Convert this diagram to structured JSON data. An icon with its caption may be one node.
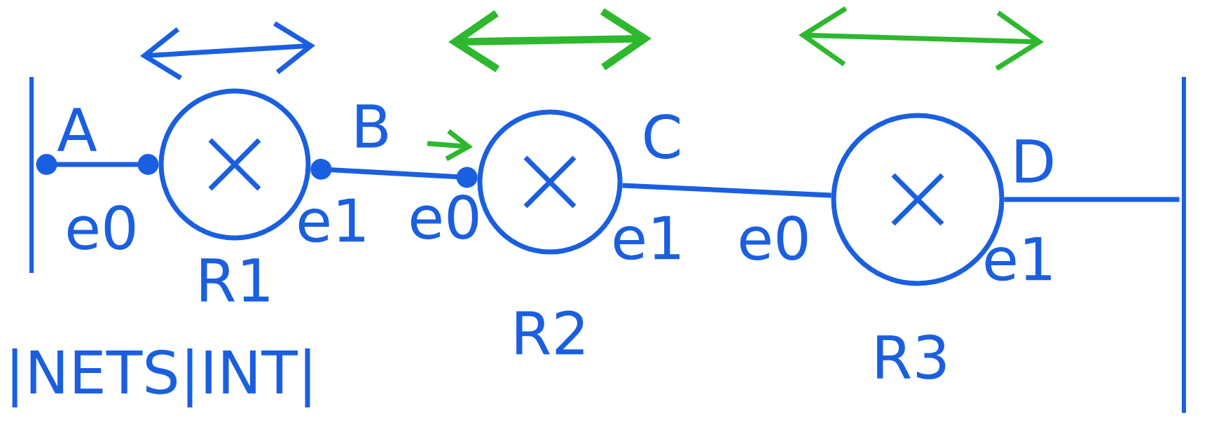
{
  "diagram": {
    "nodes": [
      {
        "text": [],
        "shape": "bar"
      },
      {
        "text": [],
        "shape": "circle",
        "beside": [
          "R1"
        ]
      },
      {
        "text": [],
        "shape": "circle",
        "beside": [
          "R2"
        ]
      },
      {
        "text": [],
        "shape": "circle",
        "beside": [
          "R3"
        ]
      },
      {
        "text": [],
        "shape": "bar"
      }
    ],
    "edges": [
      {
        "from": 0,
        "to": 1,
        "arrow": "other",
        "label": "A"
      },
      {
        "from": 1,
        "to": 2,
        "arrow": "other",
        "label": "B"
      },
      {
        "from": 2,
        "to": 3,
        "arrow": "none",
        "label": "C"
      },
      {
        "from": 3,
        "to": 4,
        "arrow": "none",
        "label": "D"
      }
    ],
    "labels": [
      "e0",
      "e1",
      "e0",
      "e1",
      "e0",
      "e1",
      "|NETS|INT|"
    ]
  }
}
